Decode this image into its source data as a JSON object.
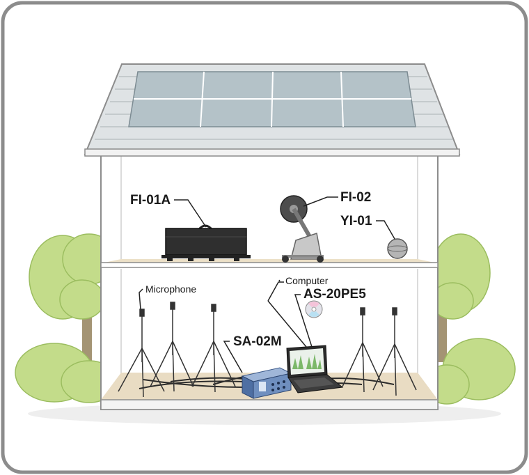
{
  "labels": {
    "fi01a": "FI-01A",
    "fi02": "FI-02",
    "yi01": "YI-01",
    "microphone": "Microphone",
    "computer": "Computer",
    "as20pe5": "AS-20PE5",
    "sa02m": "SA-02M"
  },
  "colors": {
    "frame": "#8c8c8c",
    "roof": "#c3c9cc",
    "solar_panel": "#b4c2c8",
    "wall": "#ffffff",
    "floor": "#e9dcc3",
    "foliage": "#c3dc8a",
    "trunk": "#a49474",
    "device_dark": "#333333",
    "analyzer_blue": "#6f8fbf"
  },
  "icons": [
    "laptop-icon",
    "cd-icon",
    "tripod-icon"
  ]
}
